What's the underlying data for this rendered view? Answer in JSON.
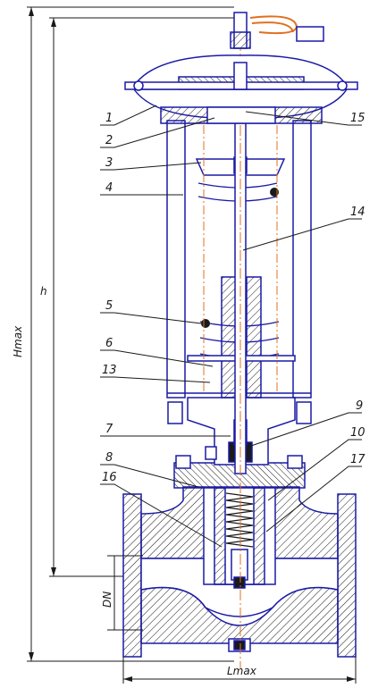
{
  "diagram": {
    "part_labels": [
      {
        "id": "p1",
        "text": "1"
      },
      {
        "id": "p2",
        "text": "2"
      },
      {
        "id": "p3",
        "text": "3"
      },
      {
        "id": "p4",
        "text": "4"
      },
      {
        "id": "p5",
        "text": "5"
      },
      {
        "id": "p6",
        "text": "6"
      },
      {
        "id": "p13",
        "text": "13"
      },
      {
        "id": "p7",
        "text": "7"
      },
      {
        "id": "p8",
        "text": "8"
      },
      {
        "id": "p16",
        "text": "16"
      },
      {
        "id": "p15",
        "text": "15"
      },
      {
        "id": "p14",
        "text": "14"
      },
      {
        "id": "p9",
        "text": "9"
      },
      {
        "id": "p10",
        "text": "10"
      },
      {
        "id": "p17",
        "text": "17"
      }
    ],
    "dimensions": {
      "h": "h",
      "hmax": "Hmax",
      "dn": "DN",
      "lmax": "Lmax"
    },
    "colors": {
      "outline": "#1a1aa6",
      "axis": "#e07020",
      "hatch": "#1a1a1a",
      "dimension": "#1a1a1a"
    }
  }
}
